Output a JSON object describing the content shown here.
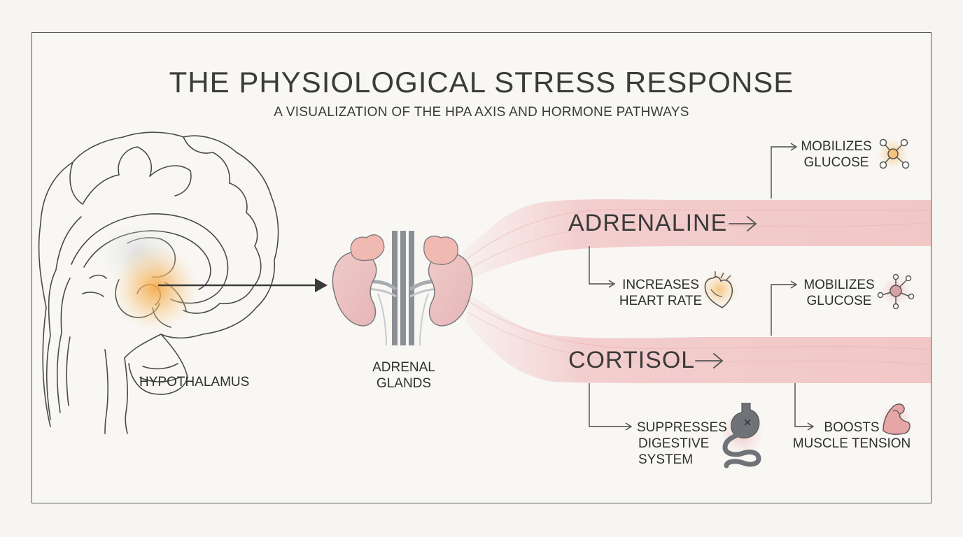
{
  "title": "THE PHYSIOLOGICAL STRESS RESPONSE",
  "subtitle": "A VISUALIZATION OF THE HPA AXIS AND HORMONE PATHWAYS",
  "nodes": {
    "hypothalamus": "HYPOTHALAMUS",
    "adrenal_line1": "ADRENAL",
    "adrenal_line2": "GLANDS"
  },
  "hormones": {
    "adrenaline": "ADRENALINE",
    "cortisol": "CORTISOL"
  },
  "effects": {
    "adrenaline_glucose": [
      "MOBILIZES",
      "GLUCOSE"
    ],
    "adrenaline_heart": [
      "INCREASES",
      "HEART RATE"
    ],
    "cortisol_glucose": [
      "MOBILIZES",
      "GLUCOSE"
    ],
    "cortisol_digestive": [
      "SUPPRESSES",
      "DIGESTIVE",
      "SYSTEM"
    ],
    "cortisol_muscle": [
      "BOOSTS",
      "MUSCLE TENSION"
    ]
  },
  "colors": {
    "stream": "#f2c9c9",
    "gland_tissue": "#ecc3c3",
    "gland_cap": "#f0b9b1",
    "highlight": "#f4a640",
    "ink": "#3a3a3a"
  },
  "icons": [
    "molecule-icon",
    "heart-icon",
    "stomach-icon",
    "muscle-icon",
    "arrow-right-icon"
  ]
}
